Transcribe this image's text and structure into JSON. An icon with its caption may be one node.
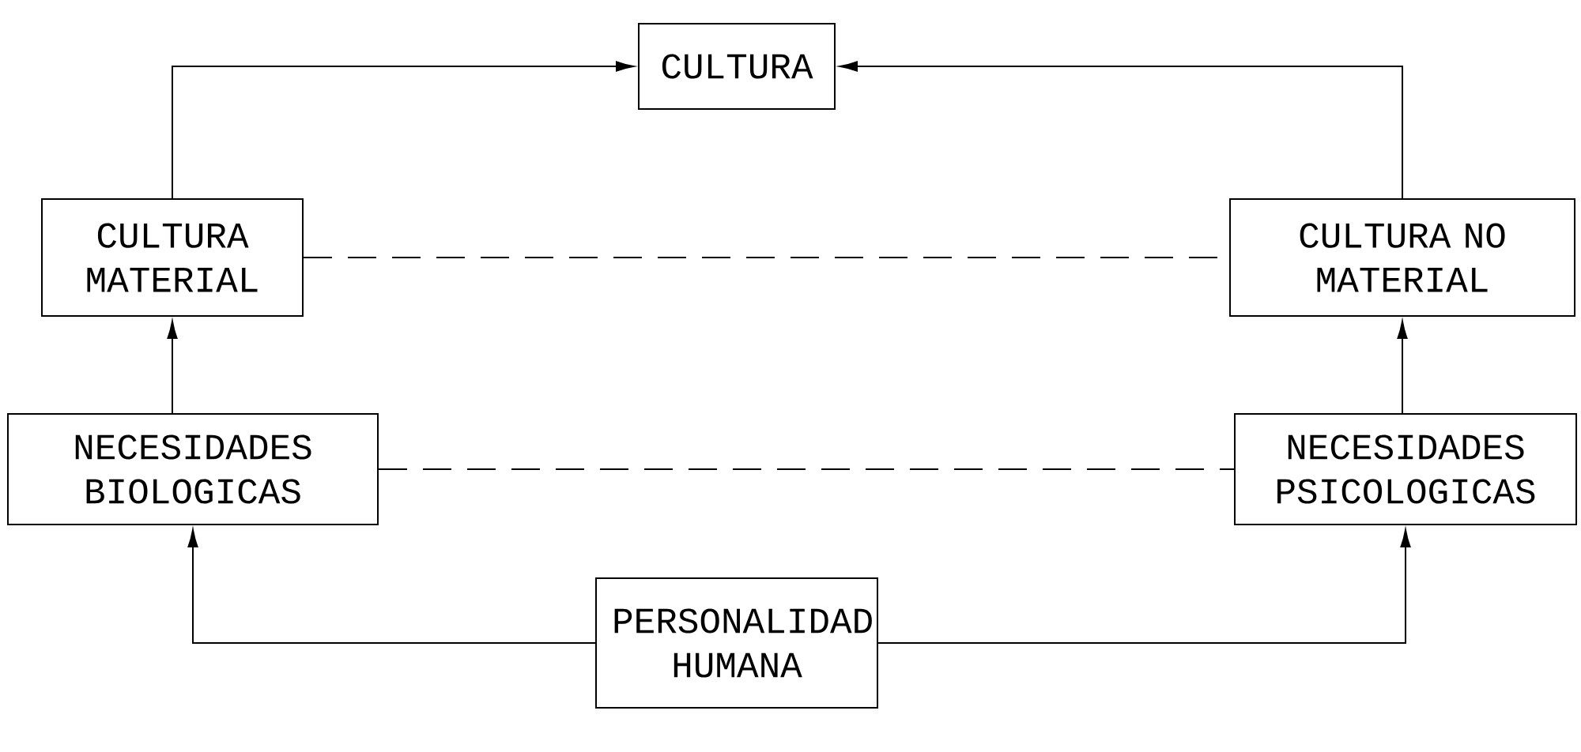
{
  "diagram": {
    "nodes": [
      {
        "text": [
          "CULTURA"
        ]
      },
      {
        "text": [
          "CULTURA MATERIAL"
        ]
      },
      {
        "text": [
          "CULTURA NO MATERIAL"
        ]
      },
      {
        "text": [
          "NECESIDADES BIOLOGICAS"
        ]
      },
      {
        "text": [
          "NECESIDADES PSICOLOGICAS"
        ]
      },
      {
        "text": [
          "PERSONALIDAD HUMANA"
        ]
      }
    ],
    "edges": [
      {
        "from": 1,
        "to": 0,
        "arrow": "to"
      },
      {
        "from": 2,
        "to": 0,
        "arrow": "to"
      },
      {
        "from": 3,
        "to": 1,
        "arrow": "to"
      },
      {
        "from": 4,
        "to": 2,
        "arrow": "to"
      },
      {
        "from": 5,
        "to": 3,
        "arrow": "to"
      },
      {
        "from": 5,
        "to": 4,
        "arrow": "to"
      },
      {
        "from": 1,
        "to": 2,
        "arrow": "none",
        "style": "dashed"
      },
      {
        "from": 3,
        "to": 4,
        "arrow": "none",
        "style": "dashed"
      }
    ]
  }
}
